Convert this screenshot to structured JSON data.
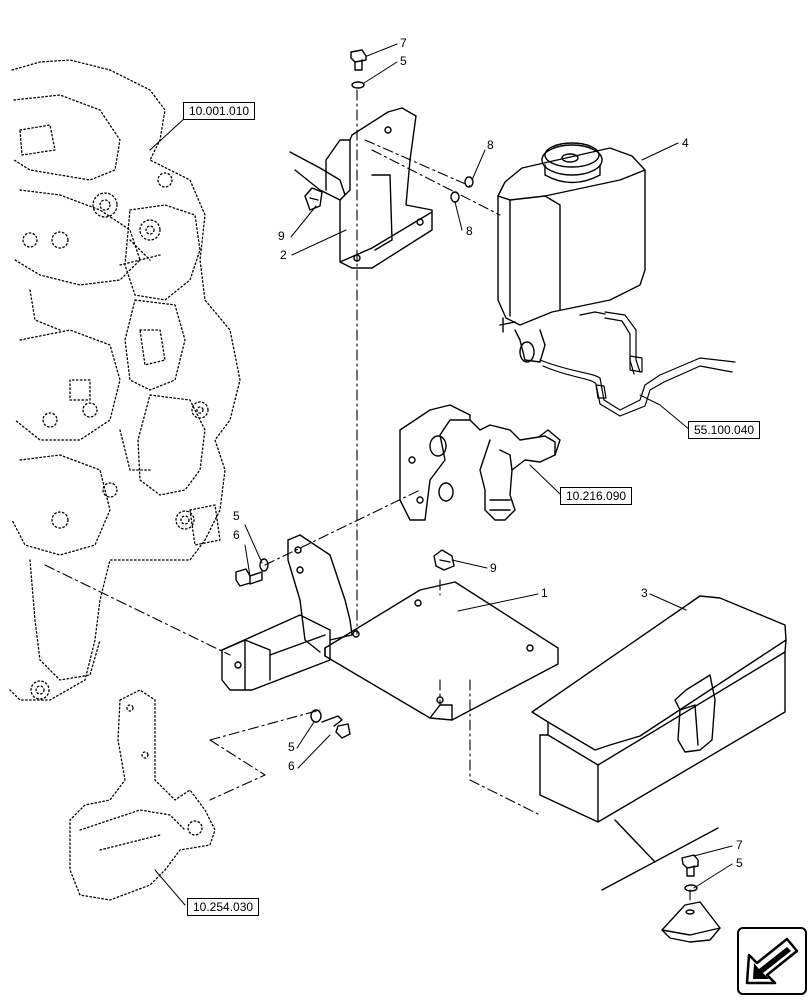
{
  "reference_boxes": [
    {
      "id": "engine",
      "label": "10.001.010"
    },
    {
      "id": "washer-hose",
      "label": "55.100.040"
    },
    {
      "id": "fuel-filter",
      "label": "10.216.090"
    },
    {
      "id": "front-support",
      "label": "10.254.030"
    }
  ],
  "callouts": [
    {
      "id": "c7-top",
      "label": "7"
    },
    {
      "id": "c5-top",
      "label": "5"
    },
    {
      "id": "c4",
      "label": "4"
    },
    {
      "id": "c8-a",
      "label": "8"
    },
    {
      "id": "c8-b",
      "label": "8"
    },
    {
      "id": "c9-top",
      "label": "9"
    },
    {
      "id": "c2",
      "label": "2"
    },
    {
      "id": "c5-mid",
      "label": "5"
    },
    {
      "id": "c6-mid",
      "label": "6"
    },
    {
      "id": "c9-mid",
      "label": "9"
    },
    {
      "id": "c1",
      "label": "1"
    },
    {
      "id": "c3",
      "label": "3"
    },
    {
      "id": "c5-low",
      "label": "5"
    },
    {
      "id": "c6-low",
      "label": "6"
    },
    {
      "id": "c7-bot",
      "label": "7"
    },
    {
      "id": "c5-bot",
      "label": "5"
    }
  ],
  "nav_icon": "previous-page-arrow-icon"
}
